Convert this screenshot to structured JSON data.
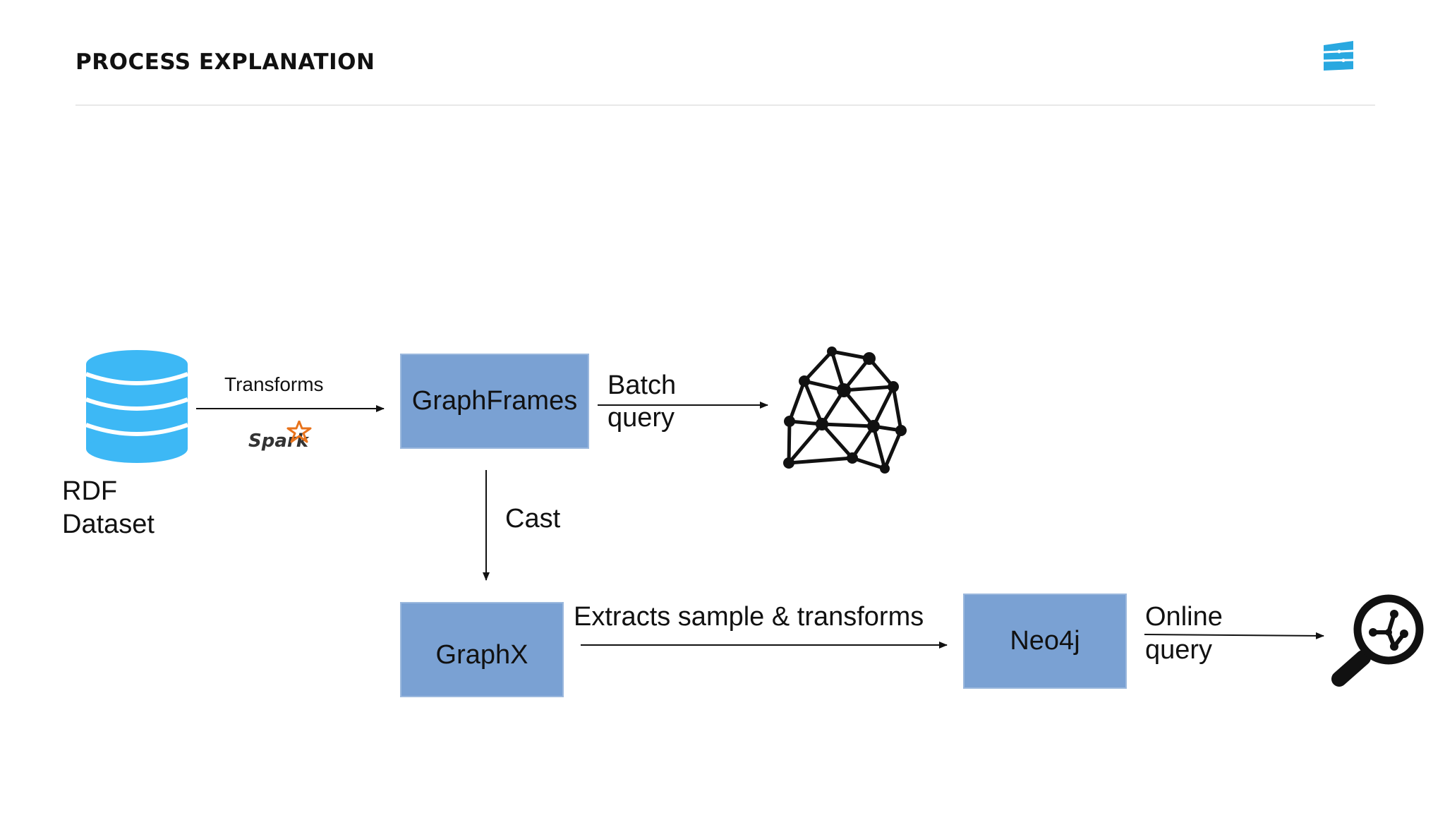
{
  "header": {
    "title": "PROCESS EXPLANATION"
  },
  "diagram": {
    "nodes": {
      "rdf_dataset": {
        "line1": "RDF",
        "line2": "Dataset",
        "icon": "database-icon"
      },
      "graphframes": {
        "label": "GraphFrames"
      },
      "graphx": {
        "label": "GraphX"
      },
      "neo4j": {
        "label": "Neo4j"
      },
      "graph_network": {
        "icon": "graph-network-icon"
      },
      "graph_search": {
        "icon": "graph-search-icon"
      }
    },
    "edges": {
      "transforms": {
        "label": "Transforms",
        "badge": "Spark"
      },
      "batch_query": {
        "line1": "Batch",
        "line2": "query"
      },
      "cast": {
        "label": "Cast"
      },
      "extracts": {
        "label": "Extracts sample & transforms"
      },
      "online_query": {
        "line1": "Online",
        "line2": "query"
      }
    }
  },
  "colors": {
    "box_fill": "#7aa1d3",
    "database": "#3db8f5",
    "logo": "#29a8e0",
    "spark_star": "#e8731c"
  }
}
